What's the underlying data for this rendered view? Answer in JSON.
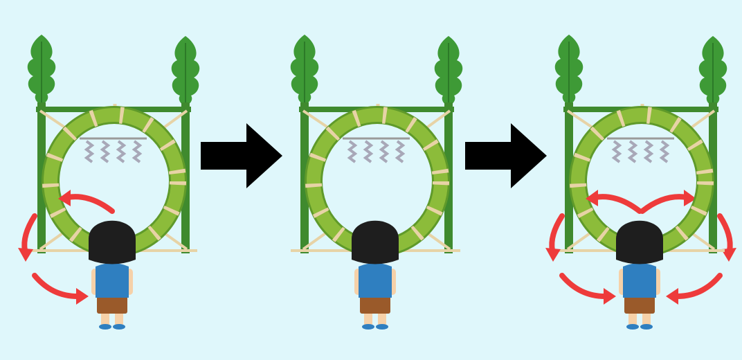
{
  "colors": {
    "background": "#dff7fb",
    "ring": "#8cbc3a",
    "ring_dark": "#5f9a2a",
    "post": "#3f8a2e",
    "leaf": "#3e9a36",
    "rope": "#e7d3a6",
    "rotation_arrow": "#ee3b3b",
    "step_arrow": "#000000",
    "hair": "#1e1e1e",
    "shirt": "#2f7fc0",
    "shorts": "#9a5a2a",
    "skin": "#f6d1a8"
  },
  "steps": [
    {
      "name": "step-1",
      "direction": "counterclockwise-left"
    },
    {
      "name": "step-2",
      "direction": "clockwise-right"
    },
    {
      "name": "step-3",
      "direction": "counterclockwise-left"
    }
  ],
  "icons": [
    "chinowa-ring",
    "step-arrow-right",
    "rotation-arrow",
    "child-back-view"
  ]
}
